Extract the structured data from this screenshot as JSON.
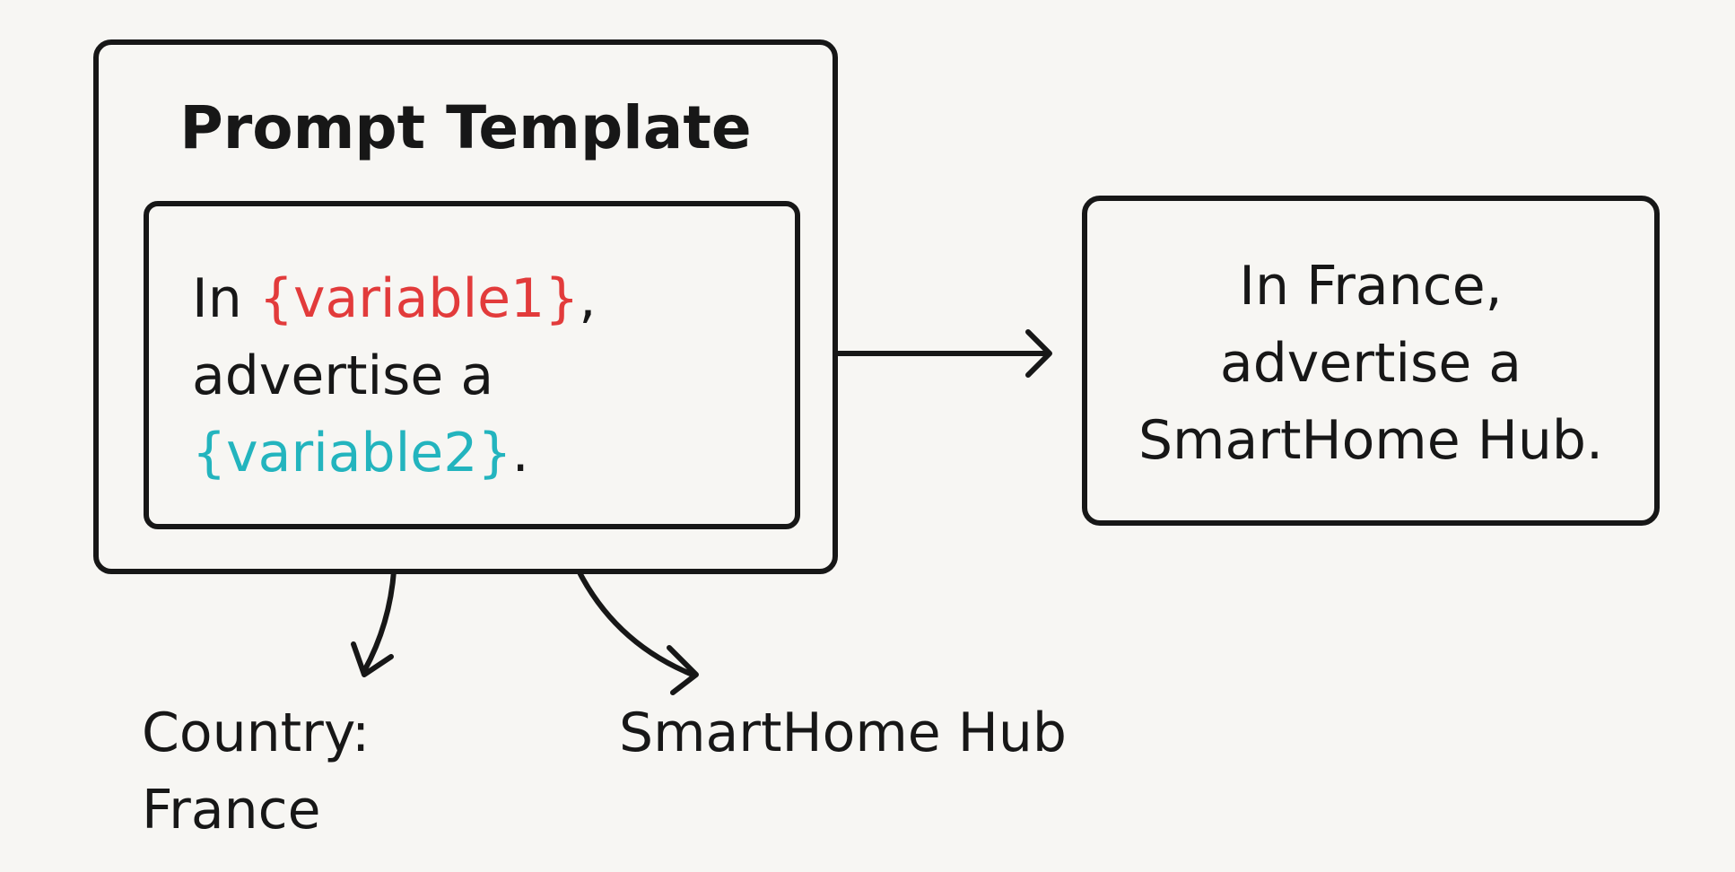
{
  "template": {
    "title": "Prompt Template",
    "line1_prefix": "In ",
    "line1_variable": "{variable1}",
    "line1_suffix": ",",
    "line2": "advertise a",
    "line3_variable": "{variable2}",
    "line3_suffix": "."
  },
  "output": {
    "line1": "In France,",
    "line2": "advertise a",
    "line3": "SmartHome Hub."
  },
  "values": {
    "variable1_line1": "Country:",
    "variable1_line2": "France",
    "variable2": "SmartHome Hub"
  },
  "colors": {
    "variable1": "#e23b3b",
    "variable2": "#23b4be",
    "stroke": "#171717",
    "background": "#f7f6f3"
  }
}
